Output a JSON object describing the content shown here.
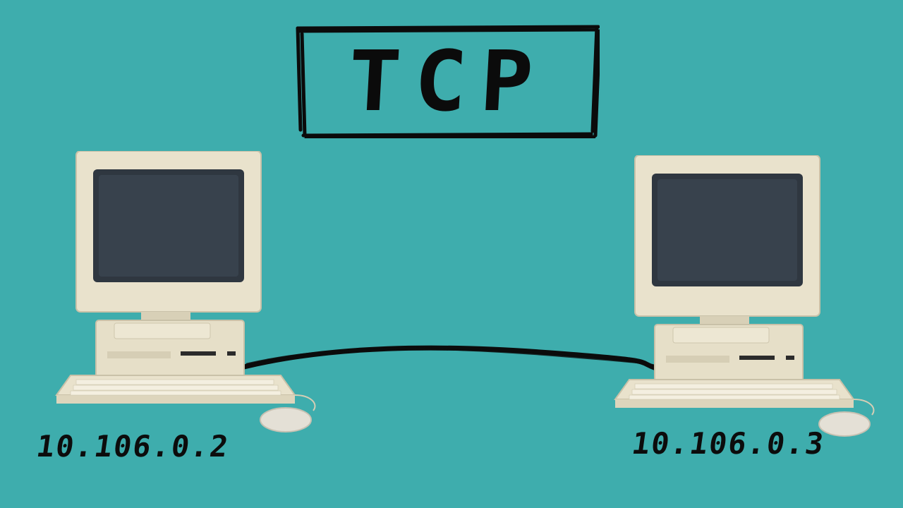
{
  "title": "TCP",
  "hosts": [
    {
      "ip": "10.106.0.2"
    },
    {
      "ip": "10.106.0.3"
    }
  ],
  "colors": {
    "background": "#3eadad",
    "ink": "#0b0b0b",
    "case": "#e9e2cc",
    "screen": "#2f3740"
  }
}
